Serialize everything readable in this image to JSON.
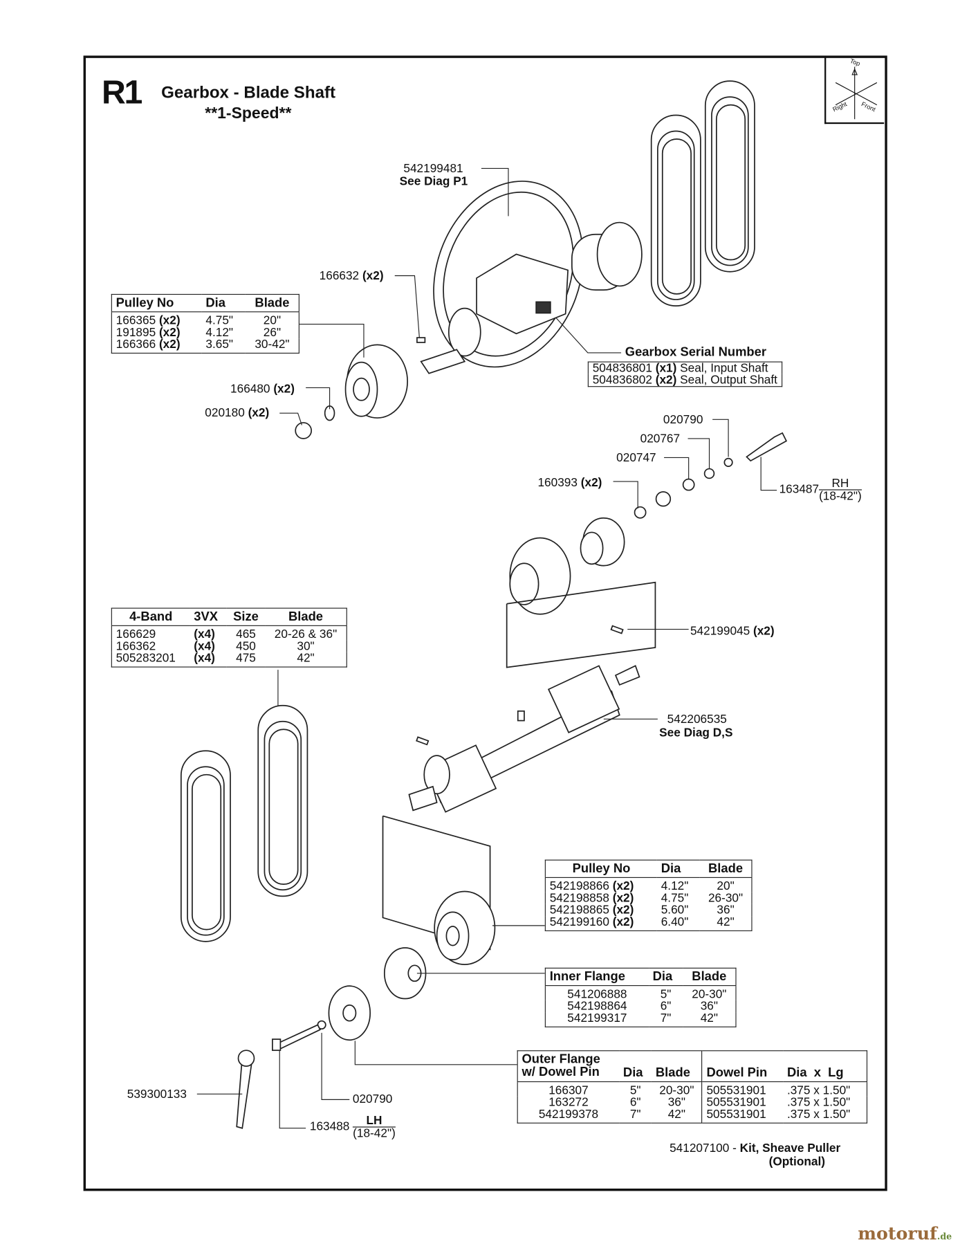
{
  "title": {
    "code": "R1",
    "name": "Gearbox - Blade Shaft",
    "subtitle": "**1-Speed**"
  },
  "orientation": {
    "top": "Top",
    "right": "Right",
    "front": "Front"
  },
  "callouts": {
    "gearbox": {
      "part": "542199481",
      "note": "See Diag P1"
    },
    "key_top": {
      "part": "166632",
      "qty": "(x2)"
    },
    "serial": "Gearbox Serial Number",
    "washer_top": {
      "part": "166480",
      "qty": "(x2)"
    },
    "nut_top": {
      "part": "020180",
      "qty": "(x2)"
    },
    "w020790": "020790",
    "w020767": "020767",
    "w020747": "020747",
    "spacer": {
      "part": "160393",
      "qty": "(x2)"
    },
    "bolt_rh": {
      "part": "163487",
      "side": "RH",
      "range": "(18-42\")"
    },
    "key_shaft": {
      "part": "542199045",
      "qty": "(x2)"
    },
    "shaft": {
      "part": "542206535",
      "note": "See Diag D,S"
    },
    "wrench": "539300133",
    "w020790_bottom": "020790",
    "bolt_lh": {
      "part": "163488",
      "side": "LH",
      "range": "(18-42\")"
    },
    "kit": {
      "part": "541207100 -",
      "name": "Kit, Sheave Puller",
      "note": "(Optional)"
    }
  },
  "seals": [
    {
      "part": "504836801",
      "qty": "(x1)",
      "desc": "Seal, Input Shaft"
    },
    {
      "part": "504836802",
      "qty": "(x2)",
      "desc": "Seal, Output Shaft"
    }
  ],
  "pulley_top": {
    "headers": [
      "Pulley No",
      "Dia",
      "Blade"
    ],
    "rows": [
      {
        "part": "166365",
        "qty": "(x2)",
        "dia": "4.75\"",
        "blade": "20\""
      },
      {
        "part": "191895",
        "qty": "(x2)",
        "dia": "4.12\"",
        "blade": "26\""
      },
      {
        "part": "166366",
        "qty": "(x2)",
        "dia": "3.65\"",
        "blade": "30-42\""
      }
    ]
  },
  "belts": {
    "headers": [
      "4-Band",
      "3VX",
      "Size",
      "Blade"
    ],
    "rows": [
      {
        "part": "166629",
        "qty": "(x4)",
        "size": "465",
        "blade": "20-26 & 36\""
      },
      {
        "part": "166362",
        "qty": "(x4)",
        "size": "450",
        "blade": "30\""
      },
      {
        "part": "505283201",
        "qty": "(x4)",
        "size": "475",
        "blade": "42\""
      }
    ]
  },
  "pulley_bottom": {
    "headers": [
      "Pulley No",
      "Dia",
      "Blade"
    ],
    "rows": [
      {
        "part": "542198866",
        "qty": "(x2)",
        "dia": "4.12\"",
        "blade": "20\""
      },
      {
        "part": "542198858",
        "qty": "(x2)",
        "dia": "4.75\"",
        "blade": "26-30\""
      },
      {
        "part": "542198865",
        "qty": "(x2)",
        "dia": "5.60\"",
        "blade": "36\""
      },
      {
        "part": "542199160",
        "qty": "(x2)",
        "dia": "6.40\"",
        "blade": "42\""
      }
    ]
  },
  "inner_flange": {
    "headers": [
      "Inner Flange",
      "Dia",
      "Blade"
    ],
    "rows": [
      {
        "part": "541206888",
        "dia": "5\"",
        "blade": "20-30\""
      },
      {
        "part": "542198864",
        "dia": "6\"",
        "blade": "36\""
      },
      {
        "part": "542199317",
        "dia": "7\"",
        "blade": "42\""
      }
    ]
  },
  "outer_flange": {
    "headers": [
      "Outer Flange",
      "w/ Dowel Pin",
      "Dia",
      "Blade",
      "Dowel Pin",
      "Dia  x  Lg"
    ],
    "rows": [
      {
        "part": "166307",
        "dia": "5\"",
        "blade": "20-30\"",
        "pin": "505531901",
        "size": ".375 x 1.50\""
      },
      {
        "part": "163272",
        "dia": "6\"",
        "blade": "36\"",
        "pin": "505531901",
        "size": ".375 x 1.50\""
      },
      {
        "part": "542199378",
        "dia": "7\"",
        "blade": "42\"",
        "pin": "505531901",
        "size": ".375 x 1.50\""
      }
    ]
  },
  "watermark": {
    "text": "motoruf",
    "tld": ".de"
  }
}
